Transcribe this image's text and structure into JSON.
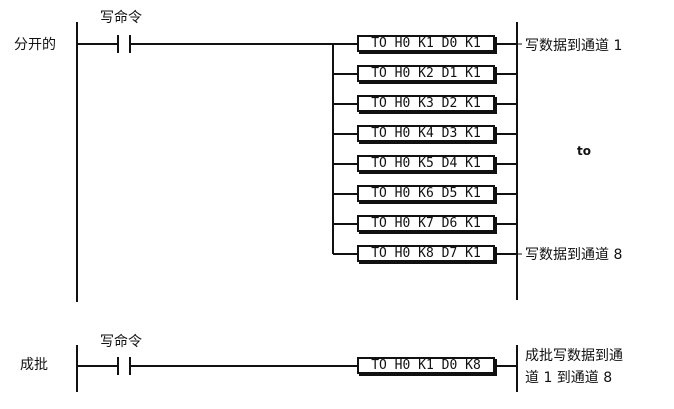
{
  "rung1": {
    "label": "分开的",
    "contact_label": "写命令",
    "instructions": [
      "TO H0 K1 D0 K1",
      "TO H0 K2 D1 K1",
      "TO H0 K3 D2 K1",
      "TO H0 K4 D3 K1",
      "TO H0 K5 D4 K1",
      "TO H0 K6 D5 K1",
      "TO H0 K7 D6 K1",
      "TO H0 K8 D7 K1"
    ],
    "comment_first": "写数据到通道 1",
    "comment_middle": "to",
    "comment_last": "写数据到通道 8"
  },
  "rung2": {
    "label": "成批",
    "contact_label": "写命令",
    "instruction": "TO H0 K1 D0 K8",
    "comment_line1": "成批写数据到通",
    "comment_line2": "道 1 到通道 8"
  }
}
